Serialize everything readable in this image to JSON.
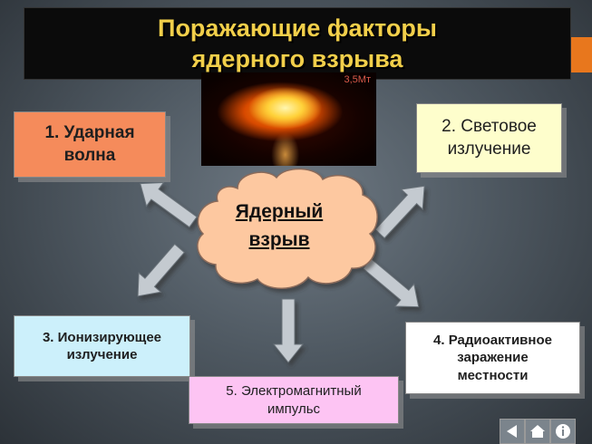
{
  "title": {
    "line1": "Поражающие факторы",
    "line2": "ядерного взрыва"
  },
  "explosion": {
    "label": "3,5Мт"
  },
  "center": {
    "line1": "Ядерный",
    "line2": "взрыв"
  },
  "factors": {
    "f1": {
      "line1": "1. Ударная",
      "line2": "волна"
    },
    "f2": {
      "line1": "2. Световое",
      "line2": "излучение"
    },
    "f3": {
      "line1": "3. Ионизирующее",
      "line2": "излучение"
    },
    "f4": {
      "line1": "4. Радиоактивное",
      "line2": "заражение",
      "line3": "местности"
    },
    "f5": {
      "line1": "5. Электромагнитный",
      "line2": "импульс"
    }
  },
  "colors": {
    "title_text": "#f2cf4a",
    "cloud": "#fdc8a0",
    "arrow": "#c4cad0",
    "f1": "#f58b5b",
    "f2": "#fefecc",
    "f3": "#ccf0fb",
    "f4": "#ffffff",
    "f5": "#fdc4f3",
    "accent": "#e8771d"
  },
  "nav": {
    "icons": [
      "back-arrow-icon",
      "home-icon",
      "info-icon"
    ]
  }
}
